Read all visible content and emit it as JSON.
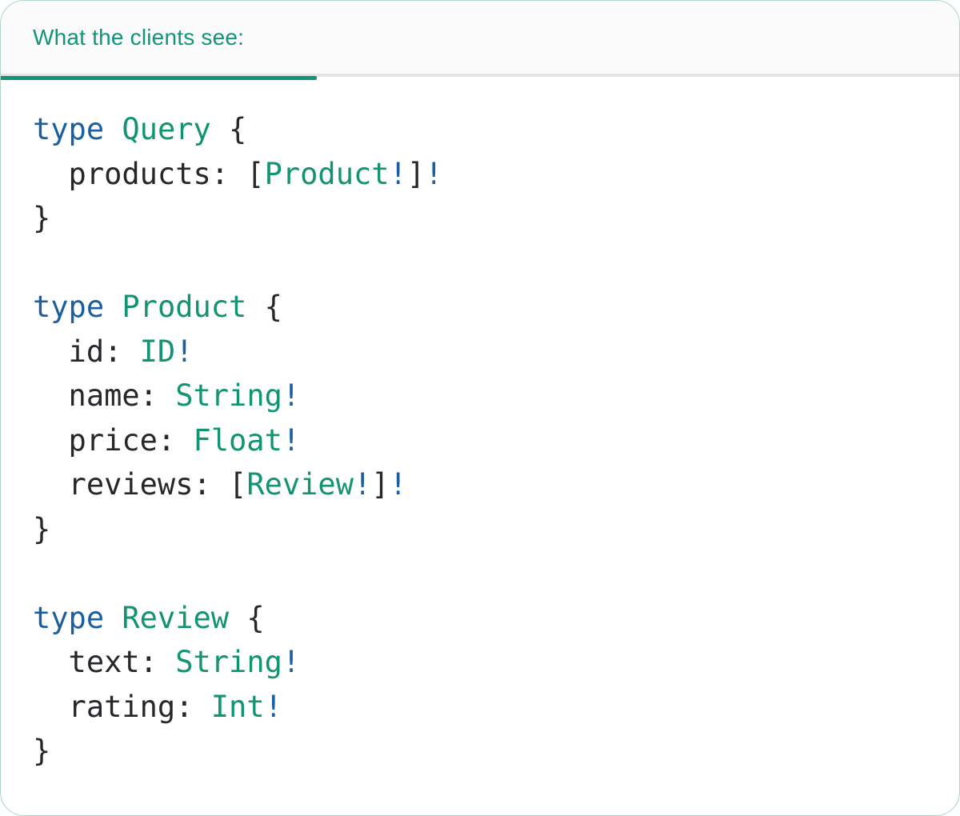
{
  "panel": {
    "tab_label": "What the clients see:",
    "language": "graphql"
  },
  "colors": {
    "accent_teal": "#12947a",
    "type_teal": "#129473",
    "keyword_blue": "#1b5fa0",
    "text_dark": "#26272b",
    "divider_gray": "#e4e4e4",
    "header_bg": "#fbfbfb",
    "border_green": "#aed6c2"
  },
  "code": {
    "lines": [
      [
        {
          "t": "type",
          "k": "keyword"
        },
        {
          "t": " ",
          "k": "plain"
        },
        {
          "t": "Query",
          "k": "type"
        },
        {
          "t": " {",
          "k": "plain"
        }
      ],
      [
        {
          "t": "  products: [",
          "k": "plain"
        },
        {
          "t": "Product",
          "k": "type"
        },
        {
          "t": "!",
          "k": "bang"
        },
        {
          "t": "]",
          "k": "plain"
        },
        {
          "t": "!",
          "k": "bang"
        }
      ],
      [
        {
          "t": "}",
          "k": "plain"
        }
      ],
      [],
      [
        {
          "t": "type",
          "k": "keyword"
        },
        {
          "t": " ",
          "k": "plain"
        },
        {
          "t": "Product",
          "k": "type"
        },
        {
          "t": " {",
          "k": "plain"
        }
      ],
      [
        {
          "t": "  id: ",
          "k": "plain"
        },
        {
          "t": "ID",
          "k": "type"
        },
        {
          "t": "!",
          "k": "bang"
        }
      ],
      [
        {
          "t": "  name: ",
          "k": "plain"
        },
        {
          "t": "String",
          "k": "type"
        },
        {
          "t": "!",
          "k": "bang"
        }
      ],
      [
        {
          "t": "  price: ",
          "k": "plain"
        },
        {
          "t": "Float",
          "k": "type"
        },
        {
          "t": "!",
          "k": "bang"
        }
      ],
      [
        {
          "t": "  reviews: [",
          "k": "plain"
        },
        {
          "t": "Review",
          "k": "type"
        },
        {
          "t": "!",
          "k": "bang"
        },
        {
          "t": "]",
          "k": "plain"
        },
        {
          "t": "!",
          "k": "bang"
        }
      ],
      [
        {
          "t": "}",
          "k": "plain"
        }
      ],
      [],
      [
        {
          "t": "type",
          "k": "keyword"
        },
        {
          "t": " ",
          "k": "plain"
        },
        {
          "t": "Review",
          "k": "type"
        },
        {
          "t": " {",
          "k": "plain"
        }
      ],
      [
        {
          "t": "  text: ",
          "k": "plain"
        },
        {
          "t": "String",
          "k": "type"
        },
        {
          "t": "!",
          "k": "bang"
        }
      ],
      [
        {
          "t": "  rating: ",
          "k": "plain"
        },
        {
          "t": "Int",
          "k": "type"
        },
        {
          "t": "!",
          "k": "bang"
        }
      ],
      [
        {
          "t": "}",
          "k": "plain"
        }
      ]
    ]
  }
}
